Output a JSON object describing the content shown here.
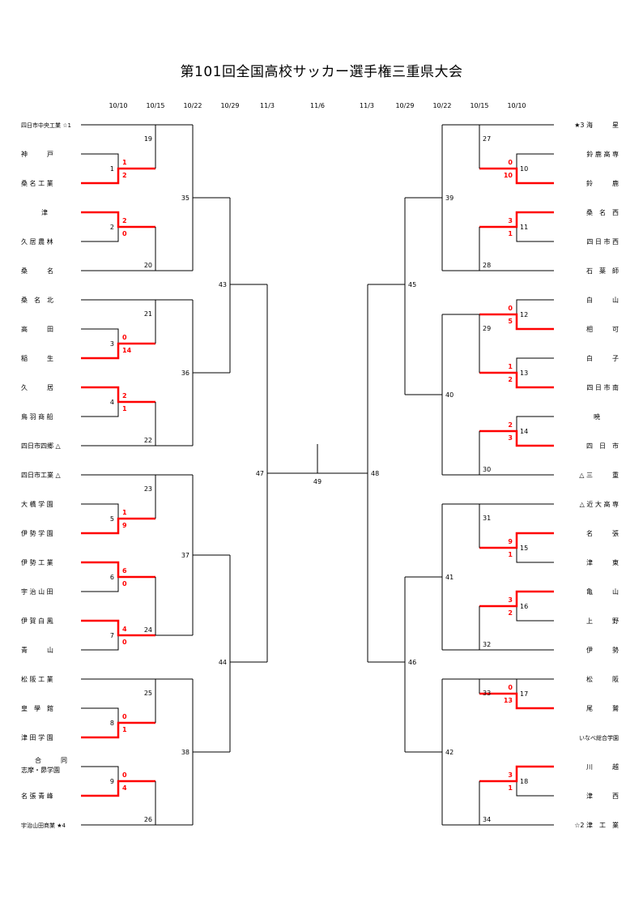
{
  "title": "第101回全国高校サッカー選手権三重県大会",
  "dates": {
    "left": [
      "10/10",
      "10/15",
      "10/22",
      "10/29",
      "11/3"
    ],
    "center": "11/6",
    "right": [
      "11/3",
      "10/29",
      "10/22",
      "10/15",
      "10/10"
    ]
  },
  "colors": {
    "win_line": "#ff0000",
    "line": "#000000",
    "score": "#ff0000"
  },
  "left_teams": [
    "四日市中央工業 ☆1",
    "神　　　戸",
    "桑 名 工 業",
    "津",
    "久 居 農 林",
    "桑　　　名",
    "桑　名　北",
    "高　　　田",
    "稲　　　生",
    "久　　　居",
    "鳥 羽 商 船",
    "四日市四郷 △",
    "四日市工業 △",
    "大 橋 学 園",
    "伊 勢 学 園",
    "伊 勢 工 業",
    "宇 治 山 田",
    "伊 賀 白 鳳",
    "青　　　山",
    "松 阪 工 業",
    "皇　學　館",
    "津 田 学 園",
    "合　　　同",
    "名 張 青 峰",
    "宇治山田商業 ★4"
  ],
  "left_team22_sub": "志摩・昴学園",
  "right_teams": [
    "★3 海　　　星",
    "鈴 鹿 高 専",
    "鈴　　　鹿",
    "桑　名　西",
    "四 日 市 西",
    "石　薬　師",
    "白　　　山",
    "相　　　可",
    "白　　　子",
    "四 日 市 南",
    "暁",
    "四　日　市",
    "△ 三　　　重",
    "△ 近 大 高 専",
    "名　　　張",
    "津　　　東",
    "亀　　　山",
    "上　　　野",
    "伊　　　勢",
    "松　　　阪",
    "尾　　　鷲",
    "いなべ総合学園",
    "川　　　越",
    "津　　　西",
    "☆2 津　工　業"
  ],
  "match_numbers": {
    "left_r1": [
      "1",
      "2",
      "3",
      "4",
      "5",
      "6",
      "7",
      "8",
      "9"
    ],
    "left_r2": [
      "19",
      "20",
      "21",
      "22",
      "23",
      "24",
      "25",
      "26"
    ],
    "left_qf": [
      "35",
      "36",
      "37",
      "38"
    ],
    "left_sf": [
      "43",
      "44"
    ],
    "left_final": "47",
    "final": "49",
    "right_final": "48",
    "right_sf": [
      "45",
      "46"
    ],
    "right_qf": [
      "39",
      "40",
      "41",
      "42"
    ],
    "right_r2": [
      "27",
      "28",
      "29",
      "30",
      "31",
      "32",
      "33",
      "34"
    ],
    "right_r1": [
      "10",
      "11",
      "12",
      "13",
      "14",
      "15",
      "16",
      "17",
      "18"
    ]
  },
  "left_scores": [
    [
      "1",
      "2"
    ],
    [
      "2",
      "0"
    ],
    [
      "0",
      "14"
    ],
    [
      "2",
      "1"
    ],
    [
      "1",
      "9"
    ],
    [
      "6",
      "0"
    ],
    [
      "4",
      "0"
    ],
    [
      "0",
      "1"
    ],
    [
      "0",
      "4"
    ]
  ],
  "right_scores": [
    [
      "0",
      "10"
    ],
    [
      "3",
      "1"
    ],
    [
      "0",
      "5"
    ],
    [
      "1",
      "2"
    ],
    [
      "2",
      "3"
    ],
    [
      "9",
      "1"
    ],
    [
      "3",
      "2"
    ],
    [
      "0",
      "13"
    ],
    [
      "3",
      "1"
    ]
  ]
}
